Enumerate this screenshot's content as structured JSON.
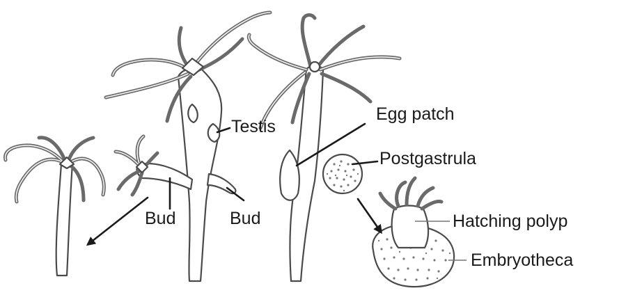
{
  "labels": {
    "testis": "Testis",
    "egg_patch": "Egg patch",
    "postgastrula": "Postgastrula",
    "bud_left": "Bud",
    "bud_right": "Bud",
    "hatching_polyp": "Hatching polyp",
    "embryotheca": "Embryotheca"
  },
  "colors": {
    "outline": "#4a4a4a",
    "tentacle": "#6a6a6a",
    "label_text": "#1a1a1a"
  }
}
